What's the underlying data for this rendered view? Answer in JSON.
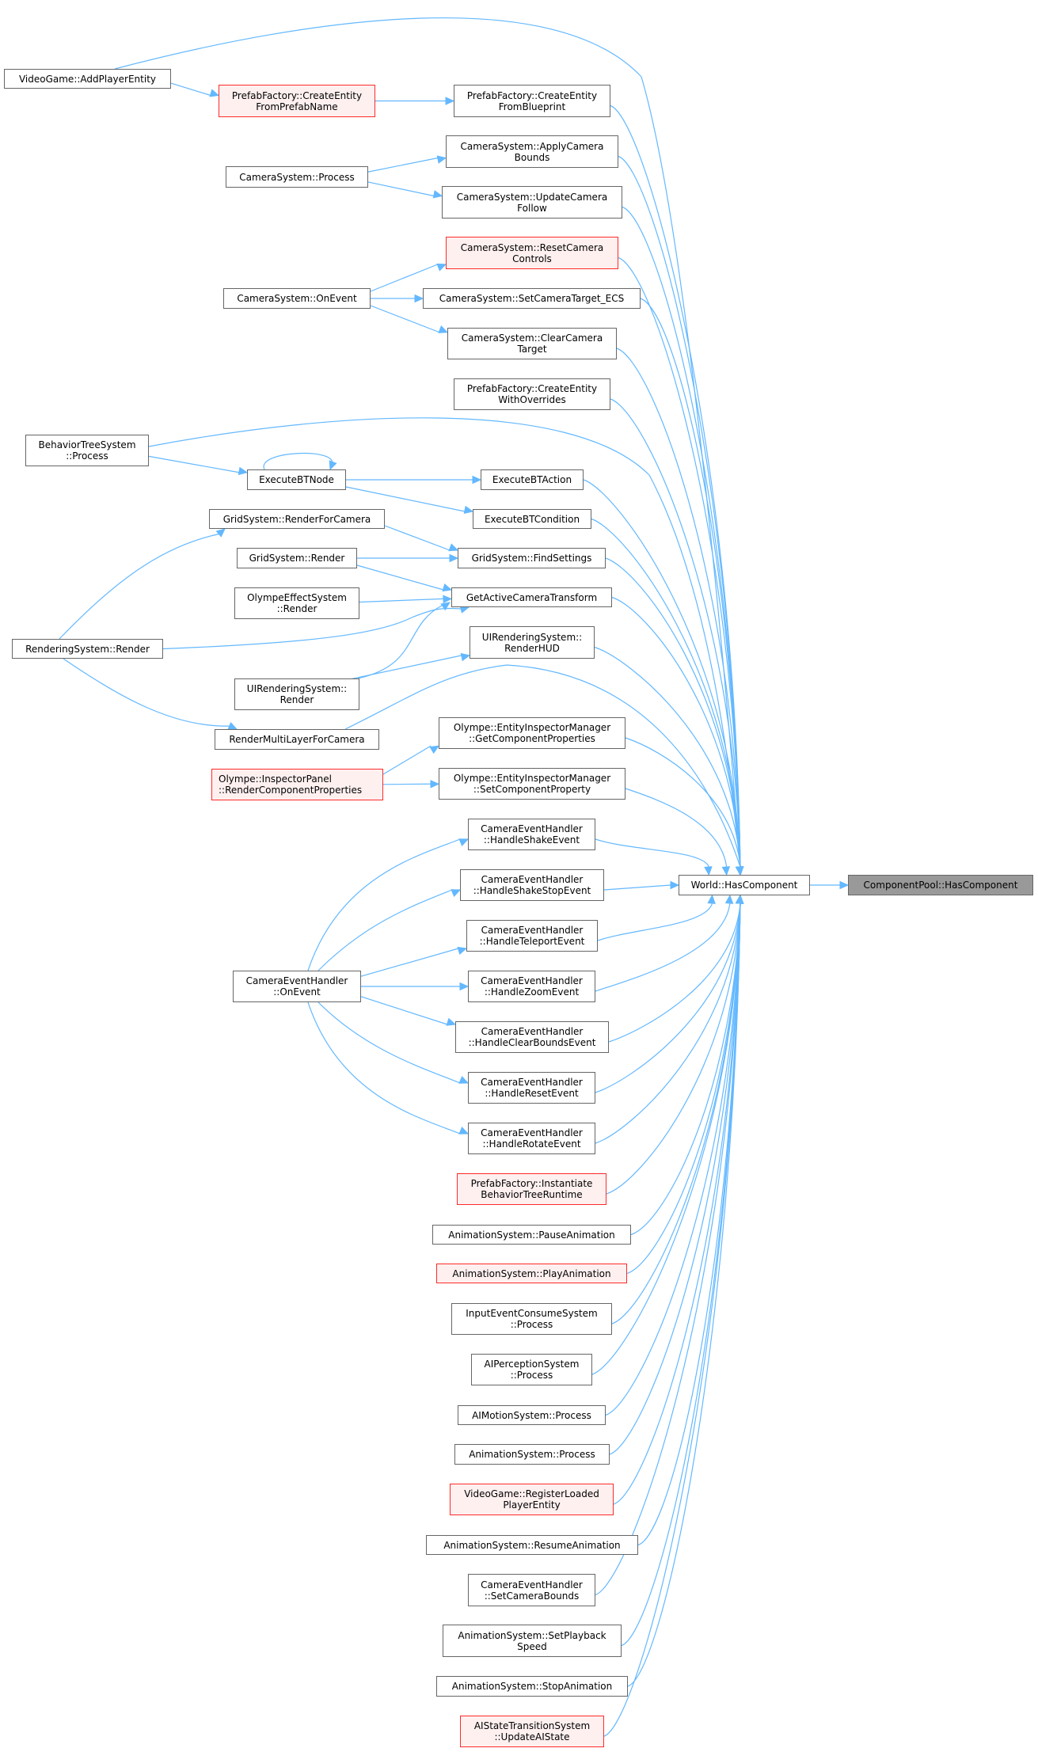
{
  "diagram": {
    "type": "caller-graph",
    "colors": {
      "edge": "#63b8ff",
      "node_border": "#666666",
      "highlight_border": "#ff2a2a",
      "highlight_fill": "#fff0f0",
      "target_fill": "#999999"
    },
    "nodes": [
      {
        "id": "n0",
        "label": "VideoGame::AddPlayerEntity",
        "style": "normal"
      },
      {
        "id": "n1",
        "label": "PrefabFactory::CreateEntity\nFromPrefabName",
        "style": "red"
      },
      {
        "id": "n2",
        "label": "PrefabFactory::CreateEntity\nFromBlueprint",
        "style": "normal"
      },
      {
        "id": "n3",
        "label": "CameraSystem::ApplyCamera\nBounds",
        "style": "normal"
      },
      {
        "id": "n4",
        "label": "CameraSystem::Process",
        "style": "normal"
      },
      {
        "id": "n5",
        "label": "CameraSystem::UpdateCamera\nFollow",
        "style": "normal"
      },
      {
        "id": "n6",
        "label": "CameraSystem::ResetCamera\nControls",
        "style": "red"
      },
      {
        "id": "n7",
        "label": "CameraSystem::OnEvent",
        "style": "normal"
      },
      {
        "id": "n8",
        "label": "CameraSystem::SetCameraTarget_ECS",
        "style": "normal"
      },
      {
        "id": "n9",
        "label": "CameraSystem::ClearCamera\nTarget",
        "style": "normal"
      },
      {
        "id": "n10",
        "label": "PrefabFactory::CreateEntity\nWithOverrides",
        "style": "normal"
      },
      {
        "id": "n11",
        "label": "BehaviorTreeSystem\n::Process",
        "style": "normal"
      },
      {
        "id": "n12",
        "label": "ExecuteBTNode",
        "style": "normal"
      },
      {
        "id": "n13",
        "label": "ExecuteBTAction",
        "style": "normal"
      },
      {
        "id": "n14",
        "label": "ExecuteBTCondition",
        "style": "normal"
      },
      {
        "id": "n15",
        "label": "GridSystem::RenderForCamera",
        "style": "normal"
      },
      {
        "id": "n16",
        "label": "GridSystem::Render",
        "style": "normal"
      },
      {
        "id": "n17",
        "label": "GridSystem::FindSettings",
        "style": "normal"
      },
      {
        "id": "n18",
        "label": "OlympeEffectSystem\n::Render",
        "style": "normal"
      },
      {
        "id": "n19",
        "label": "GetActiveCameraTransform",
        "style": "normal"
      },
      {
        "id": "n20",
        "label": "RenderingSystem::Render",
        "style": "normal"
      },
      {
        "id": "n21",
        "label": "UIRenderingSystem::\nRenderHUD",
        "style": "normal"
      },
      {
        "id": "n22",
        "label": "UIRenderingSystem::\nRender",
        "style": "normal"
      },
      {
        "id": "n23",
        "label": "RenderMultiLayerForCamera",
        "style": "normal"
      },
      {
        "id": "n24",
        "label": "Olympe::EntityInspectorManager\n::GetComponentProperties",
        "style": "normal"
      },
      {
        "id": "n25",
        "label": "Olympe::InspectorPanel\n::RenderComponentProperties",
        "style": "red"
      },
      {
        "id": "n26",
        "label": "Olympe::EntityInspectorManager\n::SetComponentProperty",
        "style": "normal"
      },
      {
        "id": "n27",
        "label": "CameraEventHandler\n::HandleShakeEvent",
        "style": "normal"
      },
      {
        "id": "n28",
        "label": "CameraEventHandler\n::HandleShakeStopEvent",
        "style": "normal"
      },
      {
        "id": "n29",
        "label": "CameraEventHandler\n::HandleTeleportEvent",
        "style": "normal"
      },
      {
        "id": "n30",
        "label": "CameraEventHandler\n::OnEvent",
        "style": "normal"
      },
      {
        "id": "n31",
        "label": "CameraEventHandler\n::HandleZoomEvent",
        "style": "normal"
      },
      {
        "id": "n32",
        "label": "CameraEventHandler\n::HandleClearBoundsEvent",
        "style": "normal"
      },
      {
        "id": "n33",
        "label": "CameraEventHandler\n::HandleResetEvent",
        "style": "normal"
      },
      {
        "id": "n34",
        "label": "CameraEventHandler\n::HandleRotateEvent",
        "style": "normal"
      },
      {
        "id": "n35",
        "label": "PrefabFactory::Instantiate\nBehaviorTreeRuntime",
        "style": "red"
      },
      {
        "id": "n36",
        "label": "AnimationSystem::PauseAnimation",
        "style": "normal"
      },
      {
        "id": "n37",
        "label": "AnimationSystem::PlayAnimation",
        "style": "red"
      },
      {
        "id": "n38",
        "label": "InputEventConsumeSystem\n::Process",
        "style": "normal"
      },
      {
        "id": "n39",
        "label": "AIPerceptionSystem\n::Process",
        "style": "normal"
      },
      {
        "id": "n40",
        "label": "AIMotionSystem::Process",
        "style": "normal"
      },
      {
        "id": "n41",
        "label": "AnimationSystem::Process",
        "style": "normal"
      },
      {
        "id": "n42",
        "label": "VideoGame::RegisterLoaded\nPlayerEntity",
        "style": "red"
      },
      {
        "id": "n43",
        "label": "AnimationSystem::ResumeAnimation",
        "style": "normal"
      },
      {
        "id": "n44",
        "label": "CameraEventHandler\n::SetCameraBounds",
        "style": "normal"
      },
      {
        "id": "n45",
        "label": "AnimationSystem::SetPlayback\nSpeed",
        "style": "normal"
      },
      {
        "id": "n46",
        "label": "AnimationSystem::StopAnimation",
        "style": "normal"
      },
      {
        "id": "n47",
        "label": "AIStateTransitionSystem\n::UpdateAIState",
        "style": "red"
      },
      {
        "id": "n48",
        "label": "World::HasComponent",
        "style": "normal"
      },
      {
        "id": "n49",
        "label": "ComponentPool::HasComponent",
        "style": "target"
      }
    ],
    "edges": [
      [
        "n0",
        "n1"
      ],
      [
        "n0",
        "n48"
      ],
      [
        "n1",
        "n2"
      ],
      [
        "n2",
        "n48"
      ],
      [
        "n4",
        "n3"
      ],
      [
        "n4",
        "n5"
      ],
      [
        "n3",
        "n48"
      ],
      [
        "n5",
        "n48"
      ],
      [
        "n7",
        "n6"
      ],
      [
        "n7",
        "n8"
      ],
      [
        "n7",
        "n9"
      ],
      [
        "n6",
        "n48"
      ],
      [
        "n8",
        "n48"
      ],
      [
        "n9",
        "n48"
      ],
      [
        "n10",
        "n48"
      ],
      [
        "n11",
        "n12"
      ],
      [
        "n11",
        "n48"
      ],
      [
        "n12",
        "n12"
      ],
      [
        "n12",
        "n13"
      ],
      [
        "n12",
        "n14"
      ],
      [
        "n13",
        "n48"
      ],
      [
        "n14",
        "n48"
      ],
      [
        "n15",
        "n17"
      ],
      [
        "n16",
        "n17"
      ],
      [
        "n16",
        "n19"
      ],
      [
        "n18",
        "n19"
      ],
      [
        "n20",
        "n15"
      ],
      [
        "n20",
        "n19"
      ],
      [
        "n20",
        "n23"
      ],
      [
        "n22",
        "n19"
      ],
      [
        "n22",
        "n21"
      ],
      [
        "n17",
        "n48"
      ],
      [
        "n19",
        "n48"
      ],
      [
        "n21",
        "n48"
      ],
      [
        "n23",
        "n48"
      ],
      [
        "n25",
        "n24"
      ],
      [
        "n25",
        "n26"
      ],
      [
        "n24",
        "n48"
      ],
      [
        "n26",
        "n48"
      ],
      [
        "n30",
        "n27"
      ],
      [
        "n30",
        "n28"
      ],
      [
        "n30",
        "n29"
      ],
      [
        "n30",
        "n31"
      ],
      [
        "n30",
        "n32"
      ],
      [
        "n30",
        "n33"
      ],
      [
        "n30",
        "n34"
      ],
      [
        "n27",
        "n48"
      ],
      [
        "n28",
        "n48"
      ],
      [
        "n29",
        "n48"
      ],
      [
        "n31",
        "n48"
      ],
      [
        "n32",
        "n48"
      ],
      [
        "n33",
        "n48"
      ],
      [
        "n34",
        "n48"
      ],
      [
        "n35",
        "n48"
      ],
      [
        "n36",
        "n48"
      ],
      [
        "n37",
        "n48"
      ],
      [
        "n38",
        "n48"
      ],
      [
        "n39",
        "n48"
      ],
      [
        "n40",
        "n48"
      ],
      [
        "n41",
        "n48"
      ],
      [
        "n42",
        "n48"
      ],
      [
        "n43",
        "n48"
      ],
      [
        "n44",
        "n48"
      ],
      [
        "n45",
        "n48"
      ],
      [
        "n46",
        "n48"
      ],
      [
        "n47",
        "n48"
      ],
      [
        "n48",
        "n49"
      ]
    ]
  }
}
